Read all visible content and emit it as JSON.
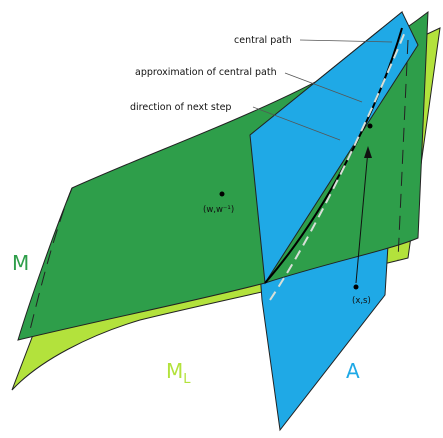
{
  "annotations": {
    "central_path": "central path",
    "approximation": "approximation of central path",
    "direction": "direction of next step"
  },
  "points": {
    "ww": "(w,w⁻¹)",
    "xs": "(x,s)"
  },
  "surfaces": {
    "M": "M",
    "ML_base": "M",
    "ML_sub": "L",
    "A": "A"
  },
  "colors": {
    "M": "#2e9e4a",
    "ML": "#b3e23c",
    "A": "#1fa9e6",
    "path": "#000000",
    "approx": "#cfd8cf"
  }
}
